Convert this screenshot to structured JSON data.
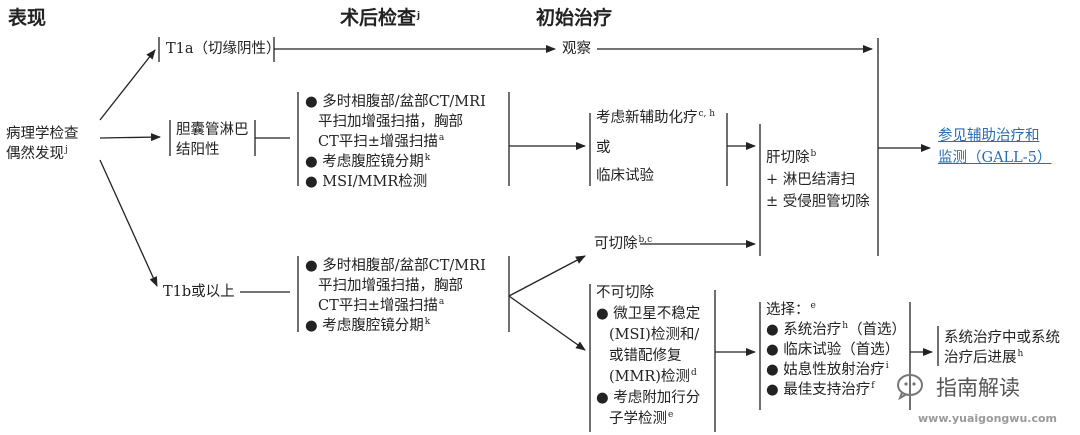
{
  "headers": {
    "presentation": "表现",
    "postop": "术后检查",
    "postop_sup": "j",
    "initial": "初始治疗"
  },
  "root": {
    "line1": "病理学检查",
    "line2": "偶然发现",
    "sup": "j"
  },
  "t1a": {
    "label": "T1a（切缘阴性）",
    "action": "观察"
  },
  "lymph": {
    "line1": "胆囊管淋巴",
    "line2": "结阳性",
    "items": [
      {
        "text": "多时相腹部/盆部CT/MRI"
      },
      {
        "text": "平扫加增强扫描，胸部"
      },
      {
        "text": "CT平扫±增强扫描",
        "sup": "a"
      },
      {
        "text": "考虑腹腔镜分期",
        "sup": "k"
      },
      {
        "text": "MSI/MMR检测"
      }
    ],
    "options": {
      "neoadj": "考虑新辅助化疗",
      "neoadj_sup": "c, h",
      "or": "或",
      "trial": "临床试验"
    }
  },
  "surgery": {
    "title": "肝切除",
    "title_sup": "b",
    "item1": "+ 淋巴结清扫",
    "item2": "± 受侵胆管切除"
  },
  "see_also": {
    "line1": "参见辅助治疗和",
    "line2": "监测（GALL-5）"
  },
  "t1b": {
    "label": "T1b或以上",
    "items": [
      {
        "text": "多时相腹部/盆部CT/MRI"
      },
      {
        "text": "平扫加增强扫描，胸部"
      },
      {
        "text": "CT平扫±增强扫描",
        "sup": "a"
      },
      {
        "text": "考虑腹腔镜分期",
        "sup": "k"
      }
    ],
    "resectable": "可切除",
    "resectable_sup": "b,c"
  },
  "unresectable": {
    "title": "不可切除",
    "lines": [
      {
        "text": "微卫星不稳定",
        "bullet": true
      },
      {
        "text": "(MSI)检测和/"
      },
      {
        "text": "或错配修复"
      },
      {
        "text": "(MMR)检测",
        "sup": "d"
      },
      {
        "text": "考虑附加行分",
        "bullet": true
      },
      {
        "text": "子学检测",
        "sup": "e"
      }
    ]
  },
  "choices": {
    "title": "选择：",
    "title_sup": "e",
    "items": [
      {
        "text": "系统治疗",
        "sup": "h",
        "suffix": "（首选）"
      },
      {
        "text": "临床试验（首选）"
      },
      {
        "text": "姑息性放射治疗",
        "sup": "i"
      },
      {
        "text": "最佳支持治疗",
        "sup": "f"
      }
    ]
  },
  "progression": {
    "line1": "系统治疗中或系统",
    "line2": "治疗后进展",
    "sup": "h"
  },
  "watermark": {
    "brand": "指南解读",
    "url": "www.yuaigongwu.com"
  },
  "colors": {
    "ink": "#222222",
    "link": "#2a6db3",
    "watermark": "#9a9a9a"
  }
}
